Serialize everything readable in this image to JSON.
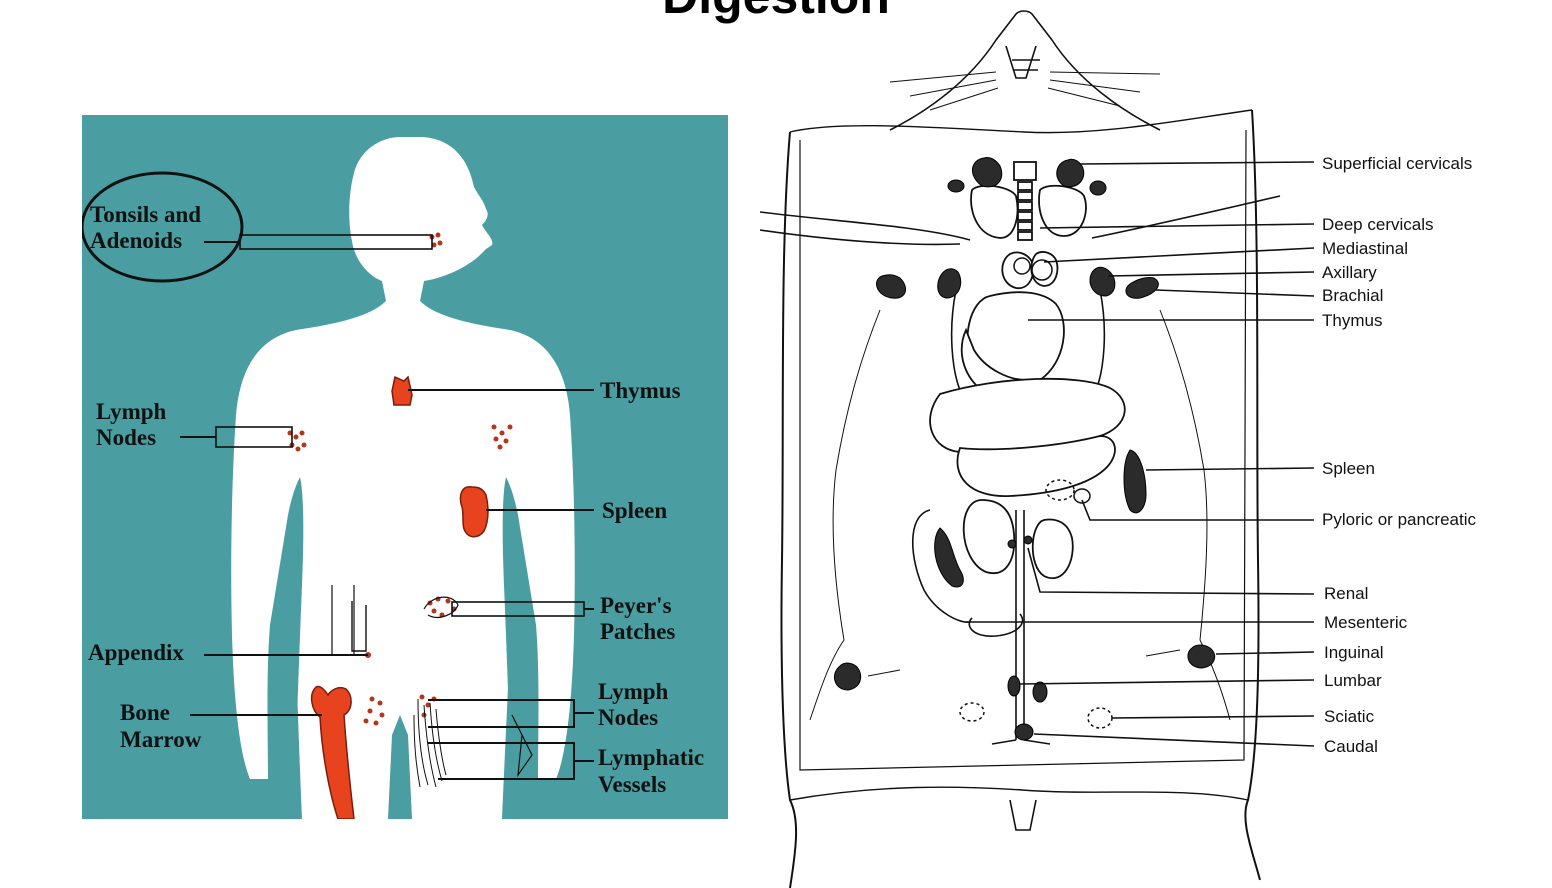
{
  "title": "Digestion",
  "human_diagram": {
    "background_color": "#4a9ea1",
    "organ_color": "#e8431f",
    "labels": {
      "tonsils_line1": "Tonsils and",
      "tonsils_line2": "Adenoids",
      "lymph_nodes_upper_line1": "Lymph",
      "lymph_nodes_upper_line2": "Nodes",
      "thymus": "Thymus",
      "spleen": "Spleen",
      "peyers_line1": "Peyer's",
      "peyers_line2": "Patches",
      "appendix": "Appendix",
      "bone_marrow_line1": "Bone",
      "bone_marrow_line2": "Marrow",
      "lymph_nodes_lower_line1": "Lymph",
      "lymph_nodes_lower_line2": "Nodes",
      "lymphatic_vessels_line1": "Lymphatic",
      "lymphatic_vessels_line2": "Vessels"
    }
  },
  "rat_diagram": {
    "labels": {
      "superficial_cervicals": "Superficial cervicals",
      "deep_cervicals": "Deep cervicals",
      "mediastinal": "Mediastinal",
      "axillary": "Axillary",
      "brachial": "Brachial",
      "thymus": "Thymus",
      "spleen": "Spleen",
      "pyloric": "Pyloric or pancreatic",
      "renal": "Renal",
      "mesenteric": "Mesenteric",
      "inguinal": "Inguinal",
      "lumbar": "Lumbar",
      "sciatic": "Sciatic",
      "caudal": "Caudal"
    }
  }
}
